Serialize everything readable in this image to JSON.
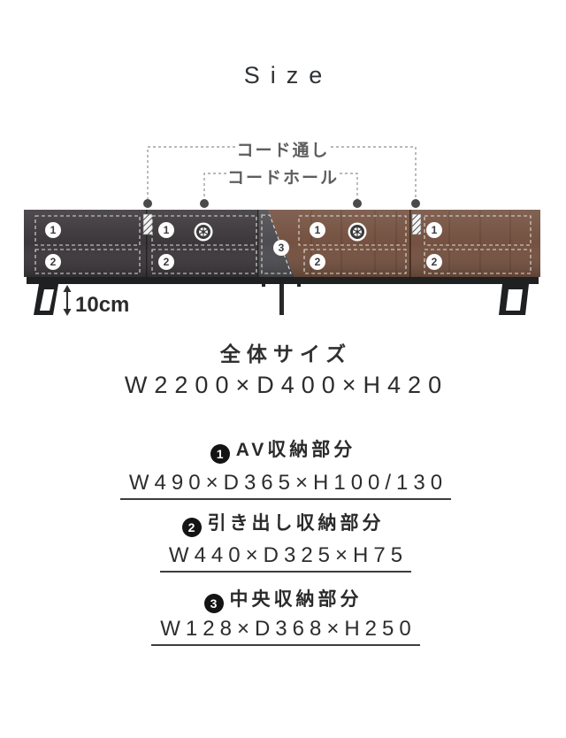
{
  "title": "Size",
  "annotations": {
    "cord_pass": "コード通し",
    "cord_hole": "コードホール",
    "leg_height": "10cm"
  },
  "furniture": {
    "markers": [
      "1",
      "2",
      "1",
      "2",
      "3",
      "1",
      "2",
      "1",
      "2"
    ],
    "colors": {
      "charcoal": "#3b373b",
      "walnut": "#745140",
      "center_door": "#4d4c51",
      "frame": "#1e2022",
      "stitch": "#e2ddd2",
      "connector": "#8f8f8f",
      "dot": "#4a4a4b"
    }
  },
  "overall": {
    "label": "全体サイズ",
    "dims": "W2200×D400×H420"
  },
  "sections": [
    {
      "num": "1",
      "title": "AV収納部分",
      "dims": "W490×D365×H100/130"
    },
    {
      "num": "2",
      "title": "引き出し収納部分",
      "dims": "W440×D325×H75"
    },
    {
      "num": "3",
      "title": "中央収納部分",
      "dims": "W128×D368×H250"
    }
  ]
}
